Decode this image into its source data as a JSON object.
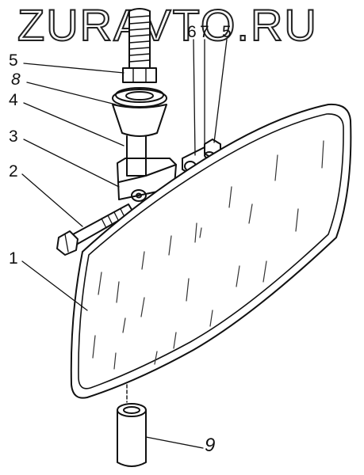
{
  "watermark": "ZURAVTO.RU",
  "callouts": {
    "c5_left": "5",
    "c8": "8",
    "c4": "4",
    "c3": "3",
    "c2": "2",
    "c1": "1",
    "c6": "6",
    "c7": "7",
    "c5_right": "5",
    "c9": "9"
  }
}
